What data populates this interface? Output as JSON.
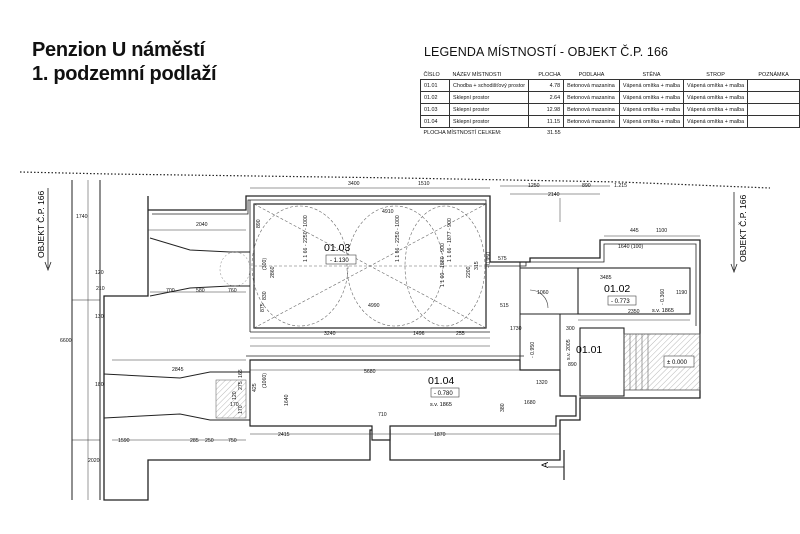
{
  "header": {
    "line1": "Penzion U náměstí",
    "line2": "1. podzemní podlaží"
  },
  "legend": {
    "title": "LEGENDA MÍSTNOSTÍ - OBJEKT Č.P. 166",
    "columns": [
      "ČÍSLO",
      "NÁZEV MÍSTNOSTI",
      "PLOCHA",
      "PODLAHA",
      "STĚNA",
      "STROP",
      "POZNÁMKA"
    ],
    "rows": [
      [
        "01.01",
        "Chodba + schodišťový prostor",
        "4.78",
        "Betonová mazanina",
        "Vápená omítka + malba",
        "Vápená omítka + malba",
        ""
      ],
      [
        "01.02",
        "Sklepní prostor",
        "2.64",
        "Betonová mazanina",
        "Vápená omítka + malba",
        "Vápená omítka + malba",
        ""
      ],
      [
        "01.03",
        "Sklepní prostor",
        "12.98",
        "Betonová mazanina",
        "Vápená omítka + malba",
        "Vápená omítka + malba",
        ""
      ],
      [
        "01.04",
        "Sklepní prostor",
        "11.15",
        "Betonová mazanina",
        "Vápená omítka + malba",
        "Vápená omítka + malba",
        ""
      ]
    ],
    "total_label": "PLOCHA MÍSTNOSTÍ CELKEM:",
    "total_value": "31.55"
  },
  "plan": {
    "neighbor_left": "OBJEKT Č.P. 166",
    "neighbor_right": "OBJEKT Č.P. 166",
    "section_mark": "A",
    "rooms": [
      {
        "id": "01.03",
        "level": "- 1.130"
      },
      {
        "id": "01.02",
        "level": "- 0.773",
        "note": "s.v. 1865"
      },
      {
        "id": "01.01"
      },
      {
        "id": "01.04",
        "level": "- 0.780",
        "note": "s.v. 1865"
      }
    ],
    "entrance_level": "± 0.000",
    "dimensions": [
      "3400",
      "1510",
      "1250",
      "890",
      "1.215",
      "2140",
      "4910",
      "2040",
      "700",
      "580",
      "760",
      "4990",
      "3240",
      "1496",
      "255",
      "575",
      "3485",
      "2350",
      "445",
      "1100",
      "1640 (100)",
      "1190",
      "1060",
      "1730",
      "300",
      "890",
      "2845",
      "5680",
      "1590",
      "285",
      "250",
      "750",
      "2415",
      "710",
      "1870",
      "1680",
      "1320",
      "515",
      "6600",
      "1740",
      "2020",
      "170",
      "180",
      "130",
      "120",
      "210"
    ],
    "vertical_labels": [
      "890",
      "(300)",
      "2860",
      "830",
      "875",
      "- 0.950",
      "- 0.950",
      "- 0.360",
      "s.v. 2005",
      "315",
      "1 1 66 - 2250 - 1000",
      "1 1 66 - 2250 - 1000",
      "1 1 66 - 1877 - 900",
      "1 1 00 - 1880 - 900",
      "2200",
      "165",
      "275",
      "425",
      "(1060)",
      "1640",
      "120",
      "170",
      "380"
    ]
  }
}
